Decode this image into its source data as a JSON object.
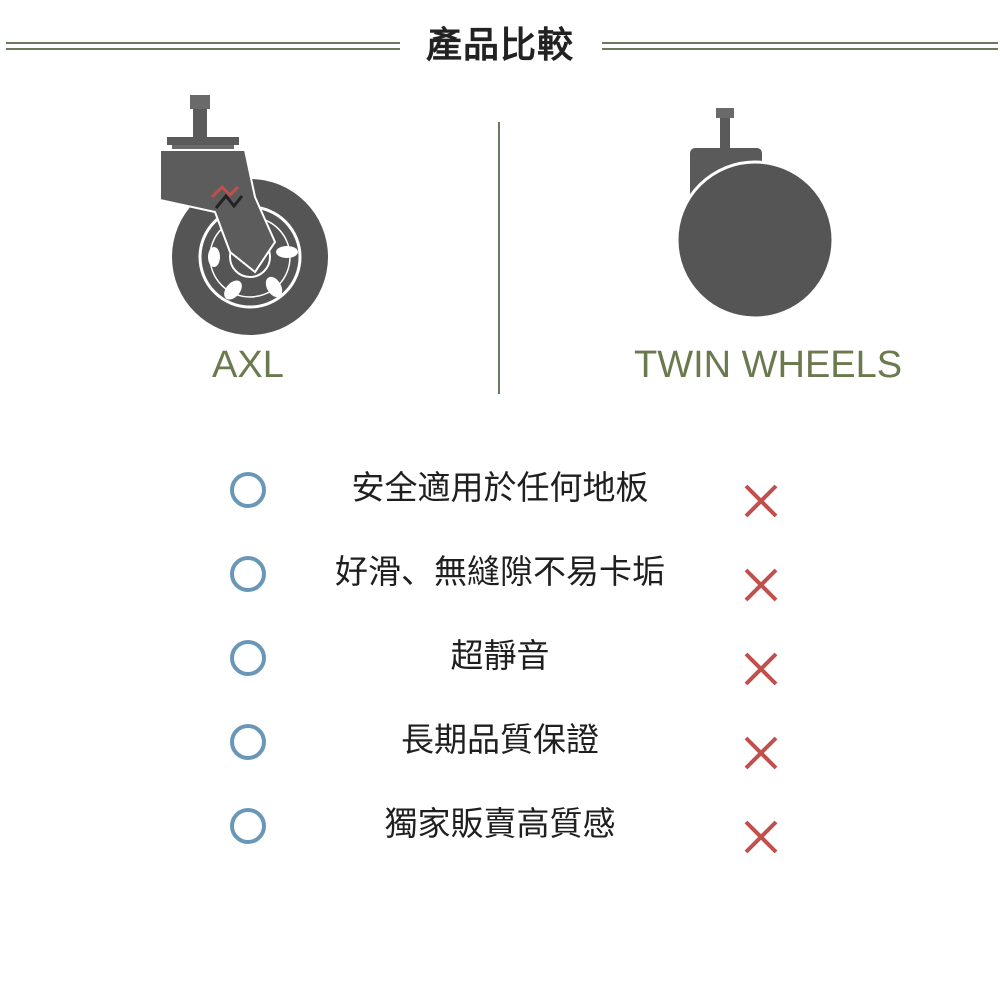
{
  "header": {
    "title": "產品比較"
  },
  "products": [
    {
      "name": "AXL",
      "icon": "axl-caster-wheel-icon"
    },
    {
      "name": "TWIN WHEELS",
      "icon": "twin-wheel-caster-icon"
    }
  ],
  "features": [
    {
      "label": "安全適用於任何地板",
      "axl": "circle-icon",
      "twin": "cross-icon"
    },
    {
      "label": "好滑、無縫隙不易卡垢",
      "axl": "circle-icon",
      "twin": "cross-icon"
    },
    {
      "label": "超靜音",
      "axl": "circle-icon",
      "twin": "cross-icon"
    },
    {
      "label": "長期品質保證",
      "axl": "circle-icon",
      "twin": "cross-icon"
    },
    {
      "label": "獨家販賣高質感",
      "axl": "circle-icon",
      "twin": "cross-icon"
    }
  ],
  "colors": {
    "accent_green": "#6b7a4e",
    "line_green": "#6b7a5e",
    "circle_blue": "#6a97b8",
    "cross_red": "#c0504d",
    "wheel_gray": "#555555"
  }
}
